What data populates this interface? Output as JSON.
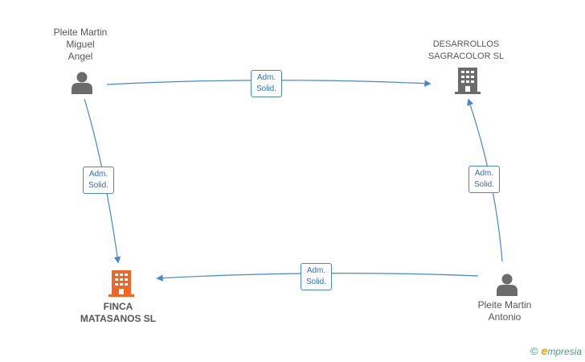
{
  "nodes": {
    "person_miguel": {
      "lines": [
        "Pleite Martin",
        "Miguel",
        "Angel"
      ]
    },
    "company_desarrollos": {
      "lines": [
        "DESARROLLOS",
        "SAGRACOLOR SL"
      ]
    },
    "company_finca": {
      "lines": [
        "FINCA",
        "MATASANOS SL"
      ]
    },
    "person_antonio": {
      "lines": [
        "Pleite Martin",
        "Antonio"
      ]
    }
  },
  "edges": {
    "miguel_to_desarrollos": {
      "lines": [
        "Adm.",
        "Solid."
      ]
    },
    "miguel_to_finca": {
      "lines": [
        "Adm.",
        "Solid."
      ]
    },
    "antonio_to_desarrollos": {
      "lines": [
        "Adm.",
        "Solid."
      ]
    },
    "antonio_to_finca": {
      "lines": [
        "Adm.",
        "Solid."
      ]
    }
  },
  "colors": {
    "edge": "#4a86c8",
    "person_icon": "#6b6b6b",
    "company_icon": "#6b6b6b",
    "focus_company_icon": "#f26522"
  },
  "brand": {
    "copyright": "©",
    "e_letter": "e",
    "name": "mpresia"
  }
}
